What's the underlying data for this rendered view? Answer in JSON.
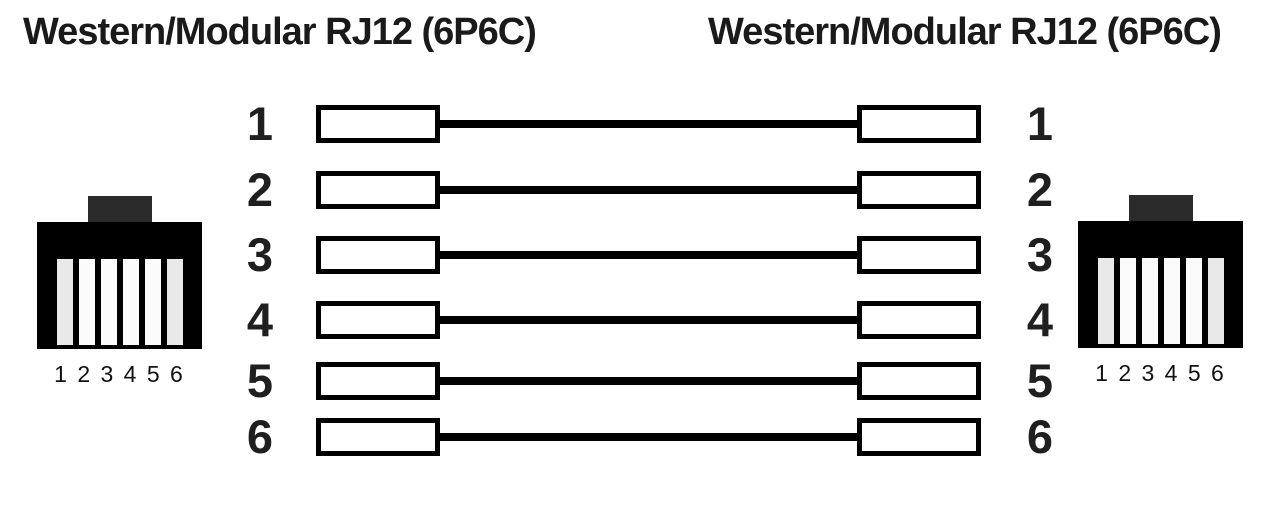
{
  "header": {
    "left_title": "Western/Modular RJ12 (6P6C)",
    "right_title": "Western/Modular RJ12 (6P6C)"
  },
  "wiring": {
    "type": "straight-through",
    "pins": [
      {
        "left_pin": "1",
        "right_pin": "1"
      },
      {
        "left_pin": "2",
        "right_pin": "2"
      },
      {
        "left_pin": "3",
        "right_pin": "3"
      },
      {
        "left_pin": "4",
        "right_pin": "4"
      },
      {
        "left_pin": "5",
        "right_pin": "5"
      },
      {
        "left_pin": "6",
        "right_pin": "6"
      }
    ]
  },
  "connectors": {
    "left": {
      "pin_label": "1 2 3 4 5 6"
    },
    "right": {
      "pin_label": "1 2 3 4 5 6"
    }
  },
  "colors": {
    "background": "#ffffff",
    "connector_body": "#000000",
    "connector_tab": "#2b2b2b",
    "pin_slot": "#f2f2f2",
    "wire": "#000000",
    "box_border": "#000000",
    "text": "#1a1a1a"
  }
}
